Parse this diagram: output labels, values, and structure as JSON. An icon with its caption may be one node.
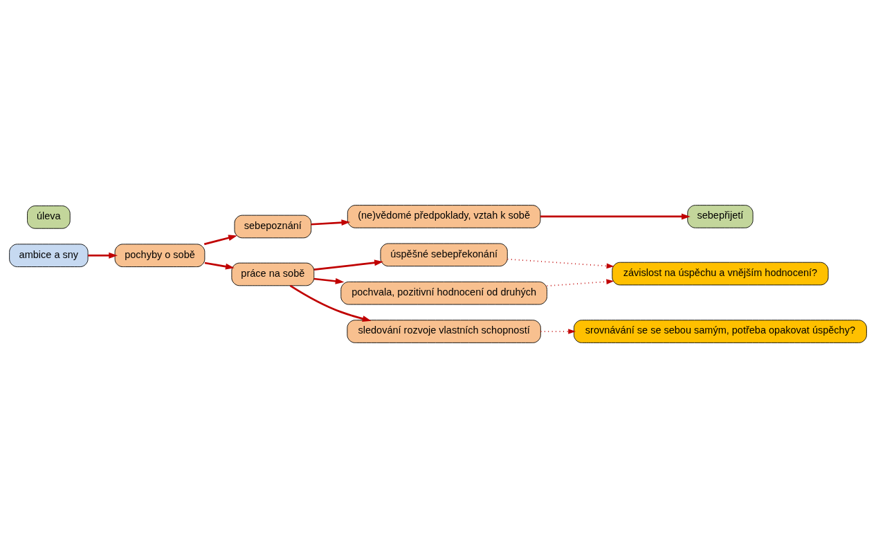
{
  "diagram": {
    "nodes": [
      {
        "text": [
          "ambice a sny"
        ]
      },
      {
        "text": [
          "pochyby o sobě"
        ]
      },
      {
        "text": [
          "sebepoznání"
        ]
      },
      {
        "text": [
          "práce na sobě"
        ]
      },
      {
        "text": [
          "úspěšné sebepřekonání"
        ]
      },
      {
        "text": [
          "pochvala, pozitivní hodnocení od druhých"
        ]
      },
      {
        "text": [
          "sledování rozvoje vlastních schopností"
        ]
      },
      {
        "text": [
          "úleva"
        ]
      },
      {
        "text": [
          "závislost na úspěchu a vnějším hodnocení?"
        ]
      },
      {
        "text": [
          "srovnávání se se sebou samým, potřeba opakovat úspěchy?"
        ]
      },
      {
        "text": [
          "(ne)vědomé předpoklady, vztah k sobě"
        ]
      },
      {
        "text": [
          "sebepřijetí"
        ]
      }
    ],
    "edges": [
      {
        "from": 0,
        "to": 1,
        "arrow": "to"
      },
      {
        "from": 1,
        "to": 3,
        "arrow": "to"
      },
      {
        "from": 1,
        "to": 2,
        "arrow": "to"
      },
      {
        "from": 3,
        "to": 4,
        "arrow": "to"
      },
      {
        "from": 3,
        "to": 5,
        "arrow": "to"
      },
      {
        "from": 3,
        "to": 6,
        "arrow": "to"
      },
      {
        "from": 4,
        "to": 8,
        "arrow": "to",
        "style": "dashed"
      },
      {
        "from": 5,
        "to": 8,
        "arrow": "to",
        "style": "dashed"
      },
      {
        "from": 6,
        "to": 9,
        "arrow": "to",
        "style": "dashed"
      },
      {
        "from": 2,
        "to": 10,
        "arrow": "to"
      },
      {
        "from": 10,
        "to": 11,
        "arrow": "to"
      }
    ]
  }
}
